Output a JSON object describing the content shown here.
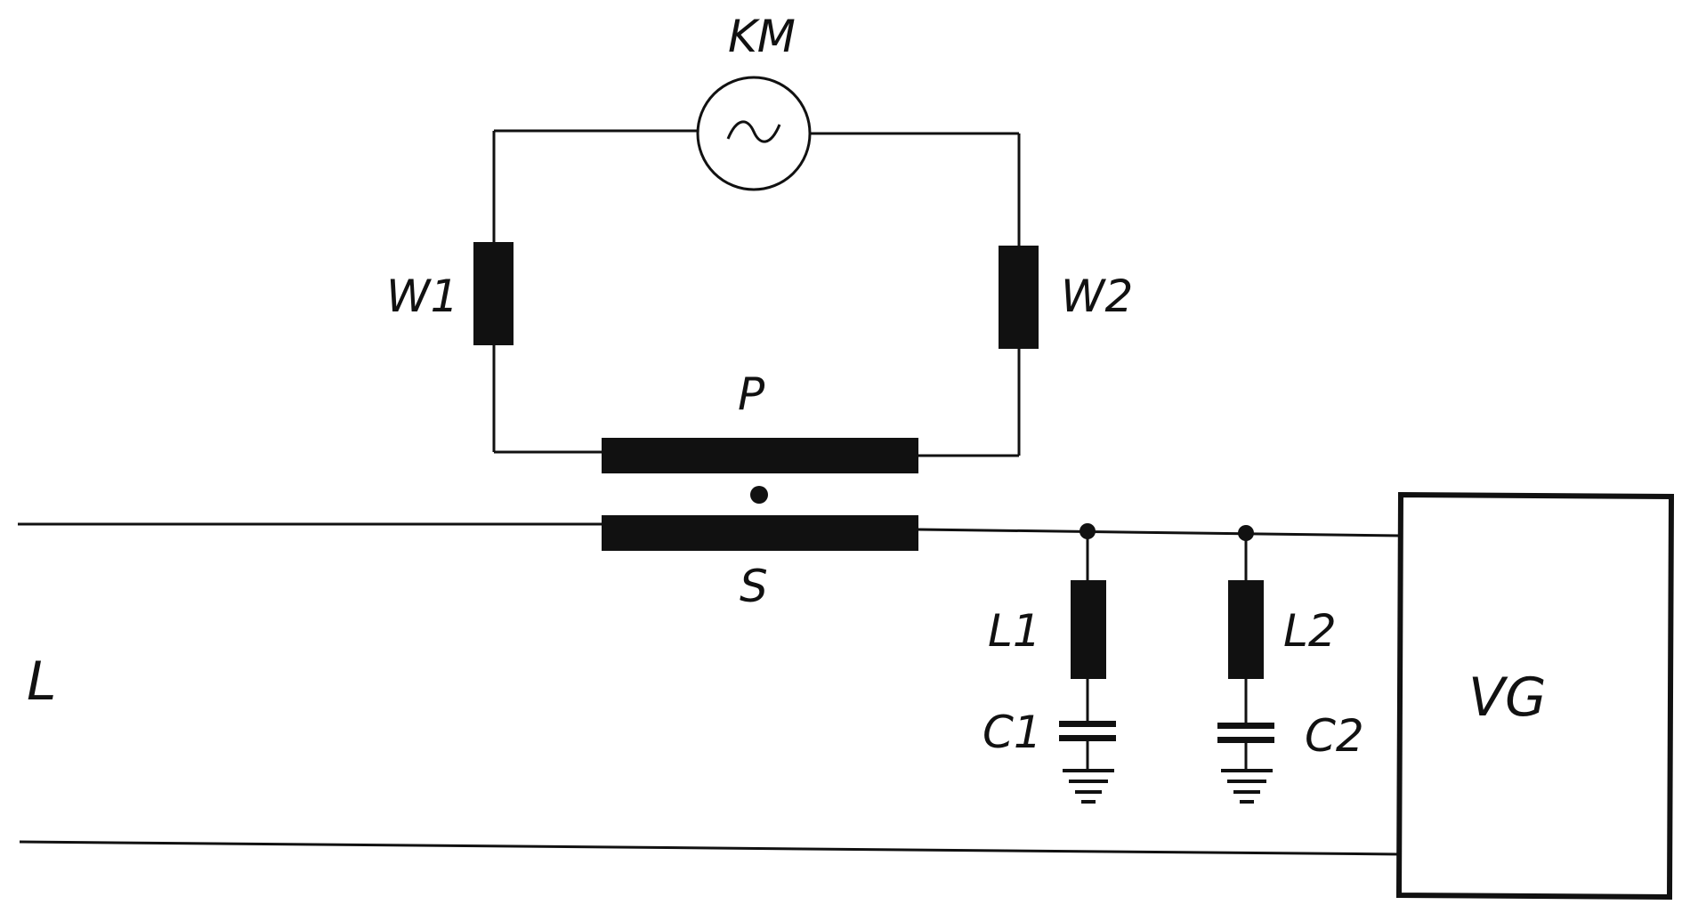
{
  "diagram": {
    "labels": {
      "source": "KM",
      "winding1": "W1",
      "winding2": "W2",
      "primary": "P",
      "secondary": "S",
      "line": "L",
      "inductor1": "L1",
      "inductor2": "L2",
      "capacitor1": "C1",
      "capacitor2": "C2",
      "block": "VG"
    },
    "source_symbol": "~"
  },
  "colors": {
    "ink": "#111111",
    "background": "#ffffff"
  }
}
